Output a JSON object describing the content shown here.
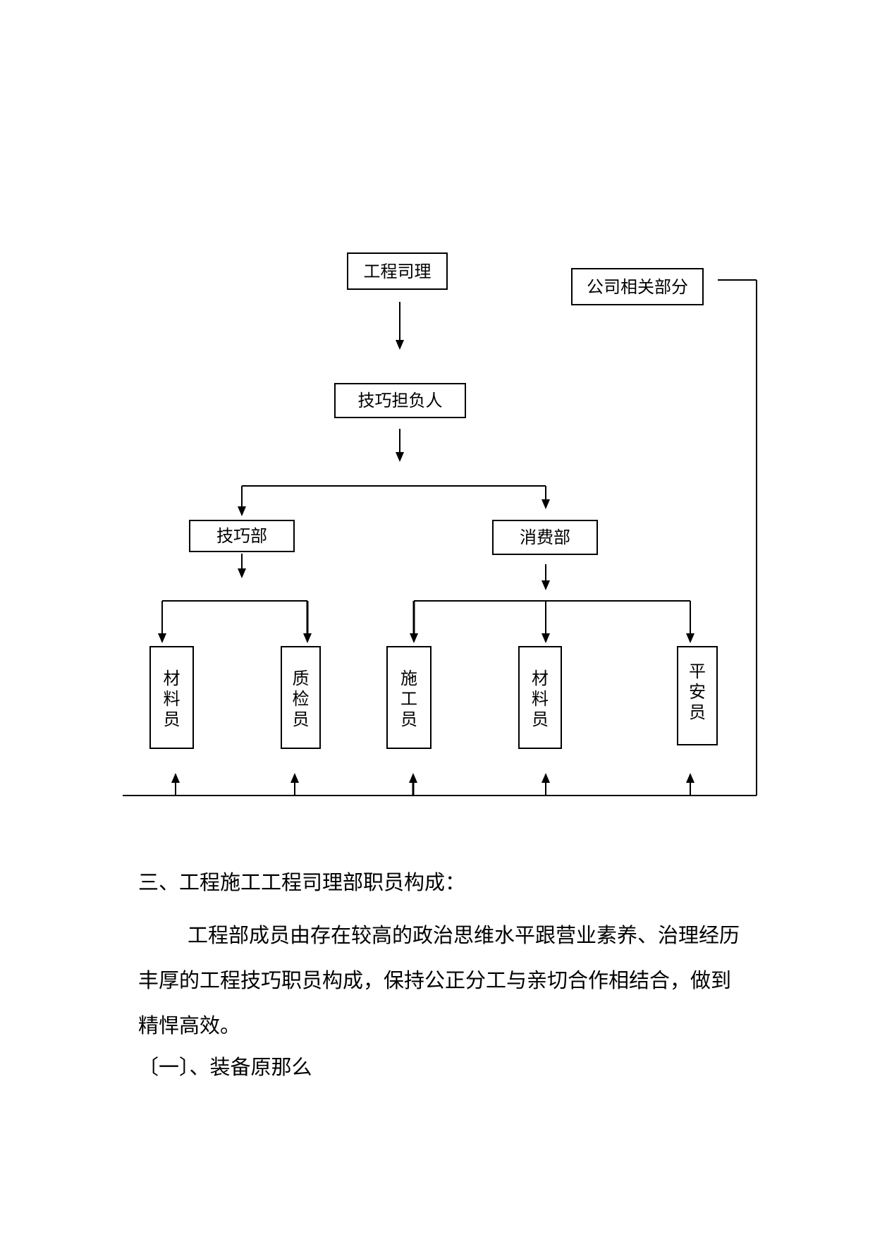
{
  "diagram": {
    "nodes": {
      "project_manager": "工程司理",
      "company_departments": "公司相关部分",
      "technical_lead": "技巧担负人",
      "technical_dept": "技巧部",
      "production_dept": "消费部",
      "material_officer_1": [
        "材",
        "料",
        "员"
      ],
      "quality_inspector": [
        "质",
        "检",
        "员"
      ],
      "construction_officer": [
        "施",
        "工",
        "员"
      ],
      "material_officer_2": [
        "材",
        "料",
        "员"
      ],
      "safety_officer": [
        "平",
        "安",
        "员"
      ]
    }
  },
  "text": {
    "heading": "三、工程施工工程司理部职员构成：",
    "paragraph": "工程部成员由存在较高的政治思维水平跟营业素养、治理经历丰厚的工程技巧职员构成，保持公正分工与亲切合作相结合，做到精悍高效。",
    "subheading": "〔一〕、装备原那么"
  }
}
